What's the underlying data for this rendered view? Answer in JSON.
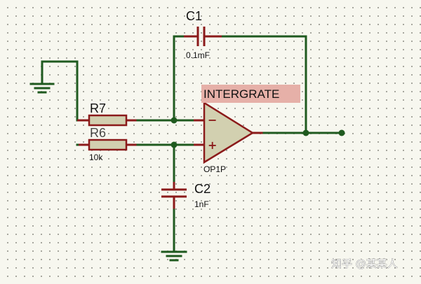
{
  "schematic": {
    "components": {
      "c1": {
        "ref": "C1",
        "value": "0.1mF"
      },
      "c2": {
        "ref": "C2",
        "value": "1nF"
      },
      "r7": {
        "ref": "R7"
      },
      "r6": {
        "ref": "R6",
        "value": "10k"
      },
      "opamp": {
        "ref": "OP1P",
        "inverting_sign": "−",
        "noninverting_sign": "+"
      }
    },
    "net_label": "INTERGRATE"
  },
  "watermark": "知乎 @某某人"
}
